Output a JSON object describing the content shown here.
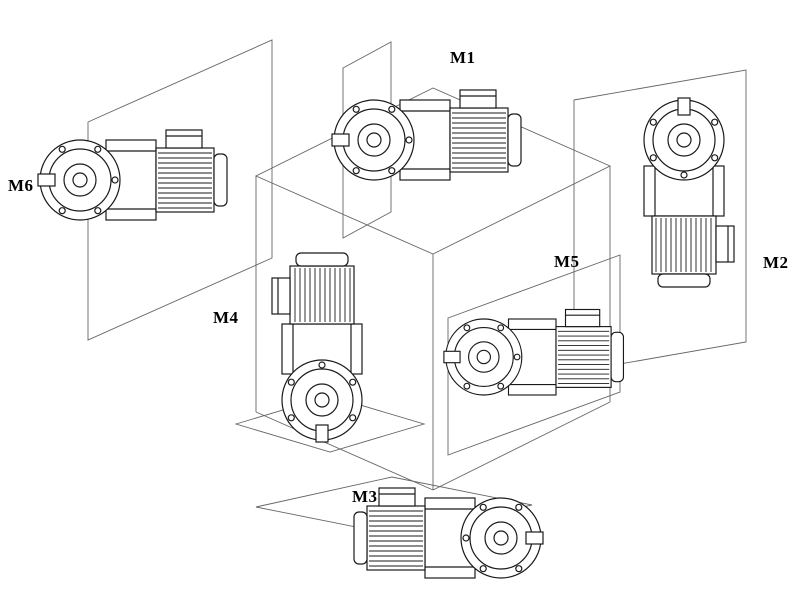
{
  "diagram": {
    "name": "gearmotor-mounting-positions",
    "ink_color": "#1a1a1a",
    "line_color": "#666666",
    "background": "#ffffff",
    "motors": [
      {
        "id": "m1",
        "label": "M1"
      },
      {
        "id": "m2",
        "label": "M2"
      },
      {
        "id": "m3",
        "label": "M3"
      },
      {
        "id": "m4",
        "label": "M4"
      },
      {
        "id": "m5",
        "label": "M5"
      },
      {
        "id": "m6",
        "label": "M6"
      }
    ]
  }
}
